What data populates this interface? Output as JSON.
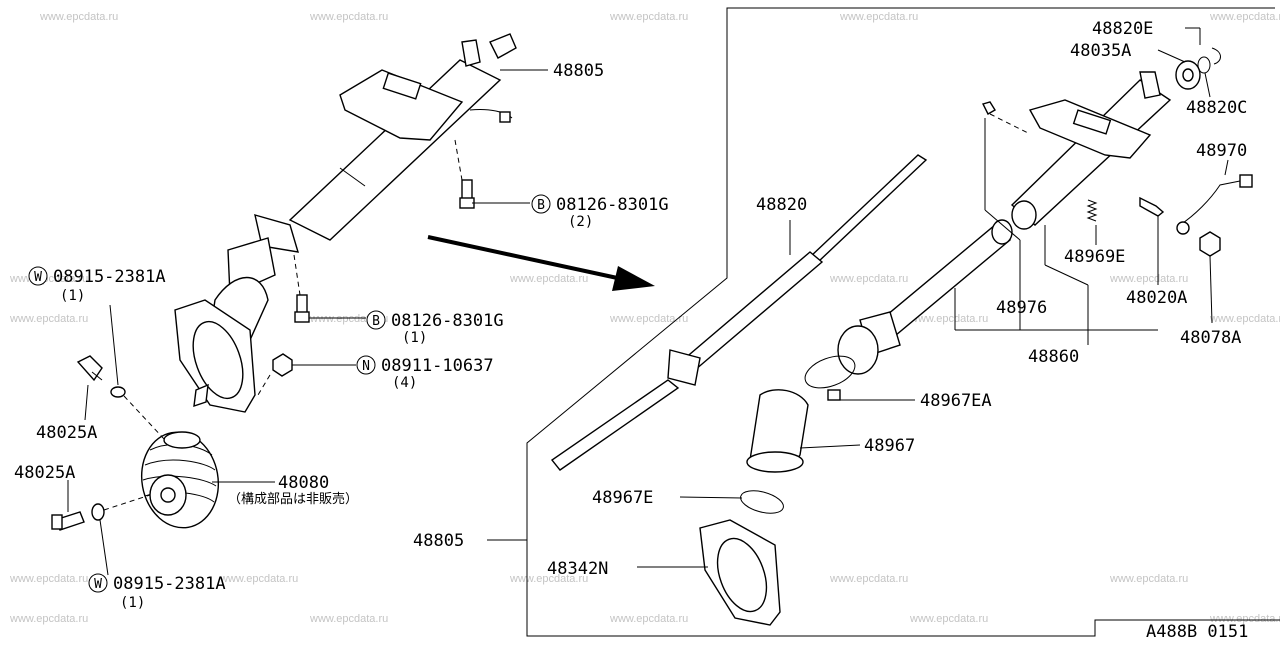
{
  "watermark": "www.epcdata.ru",
  "callouts": {
    "c48805_top": "48805",
    "c08126_2": "08126-8301G",
    "c08126_2_qty": "(2)",
    "c08126_1": "08126-8301G",
    "c08126_1_qty": "(1)",
    "c08911": "08911-10637",
    "c08911_qty": "(4)",
    "c08915_top": "08915-2381A",
    "c08915_top_qty": "(1)",
    "c08915_bot": "08915-2381A",
    "c08915_bot_qty": "(1)",
    "c48025a_top": "48025A",
    "c48025a_bot": "48025A",
    "c48080": "48080",
    "c48080_note": "（構成部品は非販売）",
    "c48820": "48820",
    "c48820e": "48820E",
    "c48035a": "48035A",
    "c48820c": "48820C",
    "c48970": "48970",
    "c48969e": "48969E",
    "c48976": "48976",
    "c48020a": "48020A",
    "c48078a": "48078A",
    "c48860": "48860",
    "c48967ea": "48967EA",
    "c48967": "48967",
    "c48967e": "48967E",
    "c48805_mid": "48805",
    "c48342n": "48342N"
  },
  "symbols": {
    "bolt_b": "B",
    "nut_n": "N",
    "washer_w": "W"
  },
  "reference": "A488B 0151"
}
